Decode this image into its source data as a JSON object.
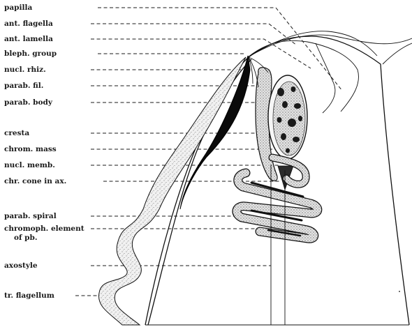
{
  "labels": [
    {
      "key": "papilla",
      "text": "papilla"
    },
    {
      "key": "ant_flagella",
      "text": "ant. flagella"
    },
    {
      "key": "ant_lamella",
      "text": "ant. lamella"
    },
    {
      "key": "bleph_group",
      "text": "bleph. group"
    },
    {
      "key": "nucl_rhiz",
      "text": "nucl. rhiz."
    },
    {
      "key": "parab_fil",
      "text": "parab. fil."
    },
    {
      "key": "parab_body",
      "text": "parab. body"
    },
    {
      "key": "cresta",
      "text": "cresta"
    },
    {
      "key": "chrom_mass",
      "text": "chrom. mass"
    },
    {
      "key": "nucl_memb",
      "text": "nucl. memb."
    },
    {
      "key": "chr_cone",
      "text": "chr. cone in ax."
    },
    {
      "key": "parab_spiral",
      "text": "parab. spiral"
    },
    {
      "key": "chromoph_element",
      "text": "chromoph. element",
      "text2": "of pb."
    },
    {
      "key": "axostyle",
      "text": "axostyle"
    },
    {
      "key": "tr_flagellum",
      "text": "tr. flagellum"
    }
  ]
}
